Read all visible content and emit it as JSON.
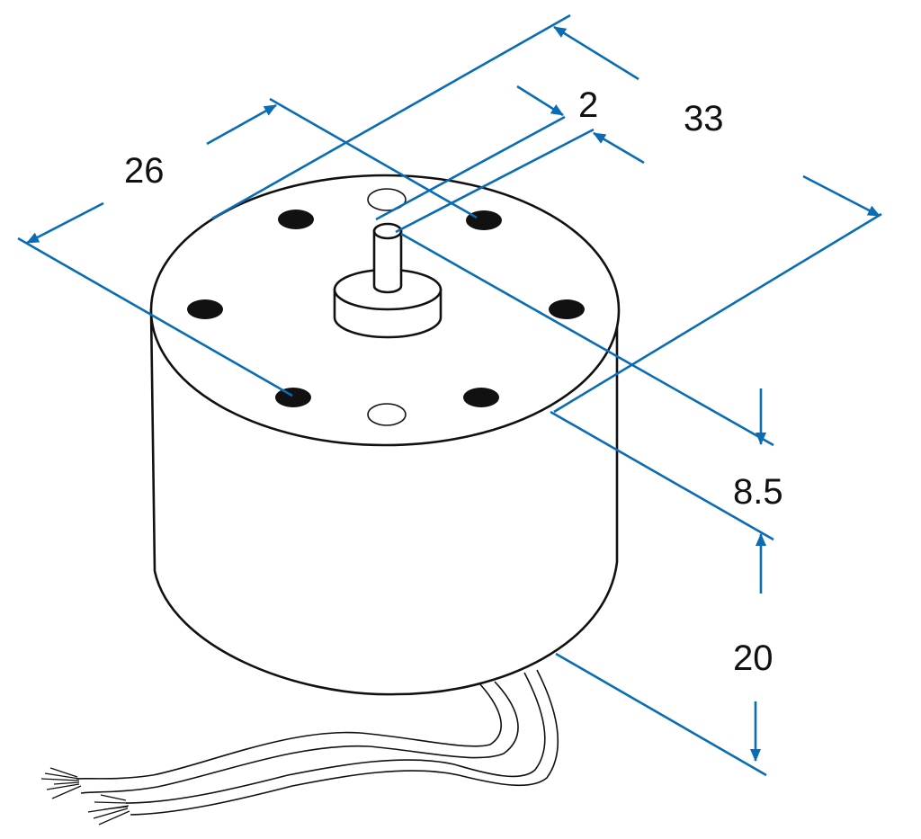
{
  "colors": {
    "dimension": "#0a6cb4",
    "outline": "#111111",
    "background": "#ffffff"
  },
  "dimensions": {
    "diameter": "26",
    "length": "33",
    "shaft_diameter": "2",
    "shaft_length": "8.5",
    "mount_offset": "20"
  }
}
